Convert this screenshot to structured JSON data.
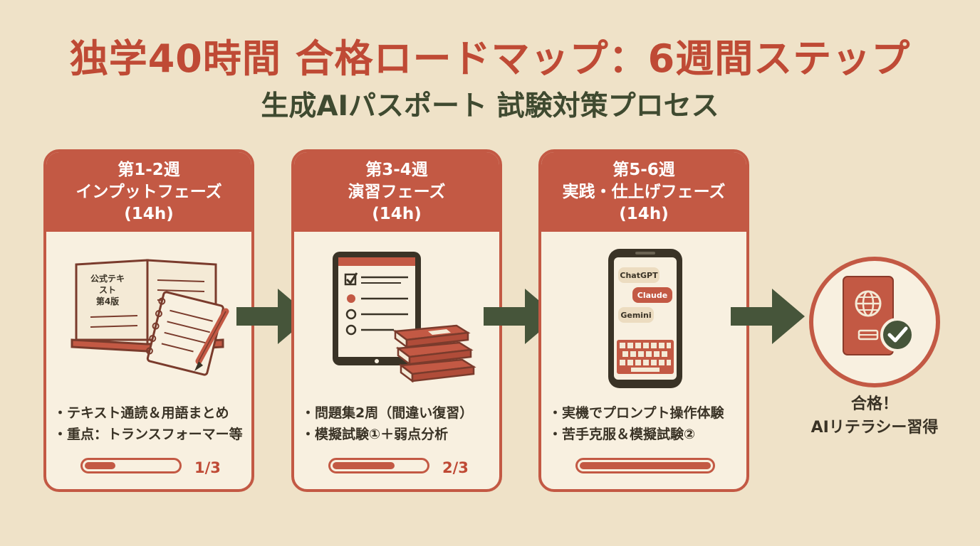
{
  "header": {
    "title": "独学40時間 合格ロードマップ：6週間ステップ",
    "subtitle": "生成AIパスポート 試験対策プロセス"
  },
  "phases": [
    {
      "week": "第1-2週",
      "name": "インプットフェーズ",
      "hours": "(14h)",
      "illustration": "open-book-and-notebook",
      "book_label_1": "公式テキ",
      "book_label_2": "スト",
      "book_label_3": "第4版",
      "bullets": [
        "テキスト通読＆用語まとめ",
        "重点：トランスフォーマー等"
      ],
      "progress_label": "1/3",
      "progress": 0.333
    },
    {
      "week": "第3-4週",
      "name": "演習フェーズ",
      "hours": "(14h)",
      "illustration": "tablet-checklist-and-books",
      "bullets": [
        "問題集2周（間違い復習）",
        "模擬試験①＋弱点分析"
      ],
      "progress_label": "2/3",
      "progress": 0.667
    },
    {
      "week": "第5-6週",
      "name": "実践・仕上げフェーズ",
      "hours": "(14h)",
      "illustration": "smartphone-chat",
      "chat": [
        "ChatGPT",
        "Claude",
        "Gemini"
      ],
      "bullets": [
        "実機でプロンプト操作体験",
        "苦手克服＆模擬試験②"
      ],
      "progress_label": "",
      "progress": 1.0
    }
  ],
  "goal": {
    "line1": "合格！",
    "line2": "AIリテラシー習得",
    "icon": "passport-check-icon"
  },
  "colors": {
    "accent": "#c35944",
    "title": "#bf4a35",
    "subtitle": "#3f4a30",
    "arrow": "#46553a",
    "background": "#efe2c8",
    "card": "#f8f0e0"
  }
}
